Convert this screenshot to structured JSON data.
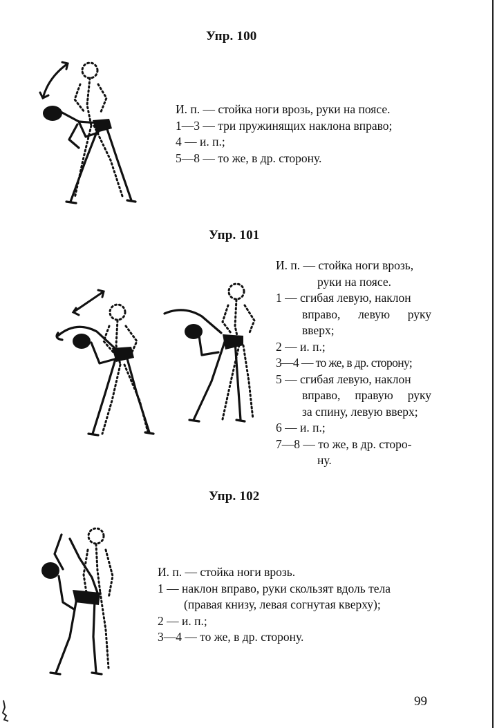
{
  "exercises": [
    {
      "title": "Упр. 100",
      "lines": [
        "И. п. — стойка ноги врозь, руки на поясе.",
        "1—3 — три пружинящих наклона вправо;",
        "4 — и. п.;",
        "5—8 — то же, в др. сторону."
      ]
    },
    {
      "title": "Упр. 101",
      "lines": [
        "И. п. — стойка ноги врозь,",
        "руки на поясе.",
        "1 — сгибая левую, наклон",
        "вправо, левую руку",
        "вверх;",
        "2 — и. п.;",
        "3—4 — то же, в др. сторону;",
        "5 — сгибая левую, наклон",
        "вправо, правую руку",
        "за спину, левую вверх;",
        "6 — и. п.;",
        "7—8 — то же, в др. сторо-",
        "ну."
      ]
    },
    {
      "title": "Упр. 102",
      "lines": [
        "И. п. — стойка ноги врозь.",
        "1 — наклон вправо, руки скользят вдоль тела",
        "(правая книзу, левая согнутая кверху);",
        "2 — и. п.;",
        "3—4 — то же, в др. сторону."
      ]
    }
  ],
  "page_number": "99",
  "figures": [
    {
      "icon": "figure-side-bend-icon"
    },
    {
      "icon": "figure-side-bend-arm-up-icon"
    },
    {
      "icon": "figure-side-bend-arm-behind-icon"
    },
    {
      "icon": "figure-side-bend-slide-icon"
    }
  ]
}
